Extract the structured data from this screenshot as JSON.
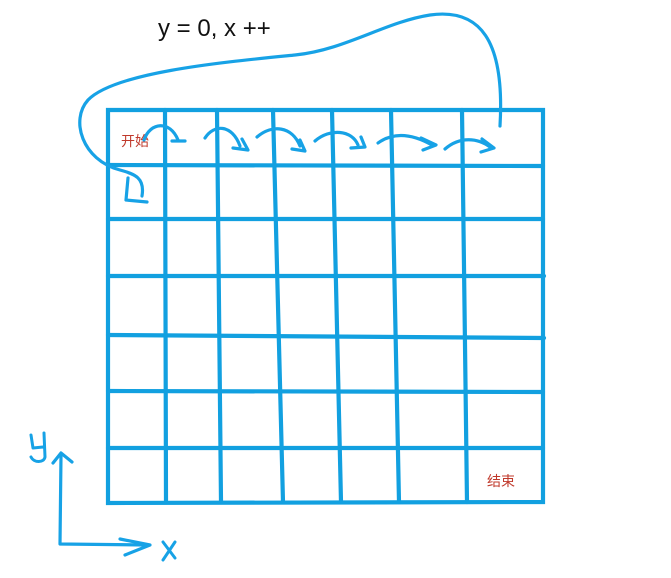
{
  "formula": "y = 0, x ++",
  "start_label": "开始",
  "end_label": "结束",
  "grid": {
    "columns": 7,
    "rows": 7
  },
  "axes": {
    "x_label": "x",
    "y_label": "y",
    "style": "handwritten"
  },
  "colors": {
    "ink": "#17a2e6",
    "grid": "#12a0e0",
    "label": "#c0392b",
    "text": "#111111"
  }
}
